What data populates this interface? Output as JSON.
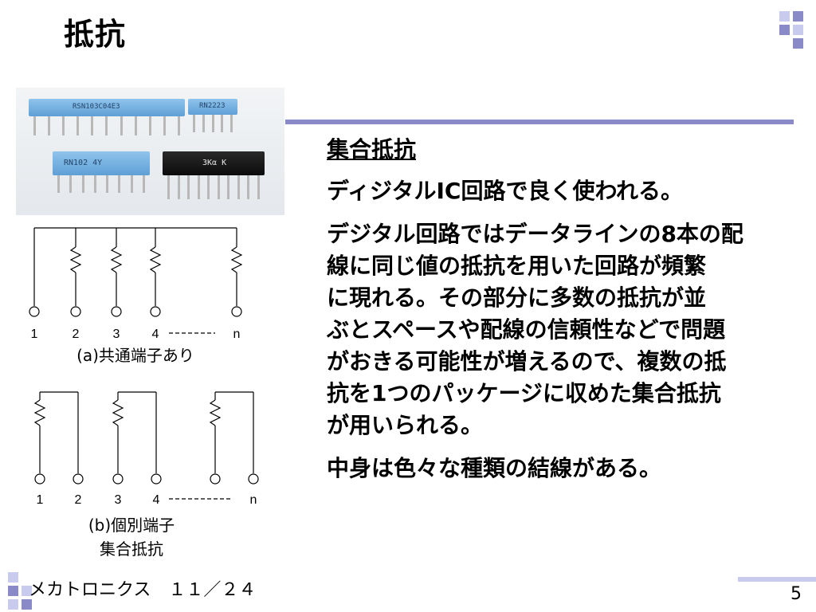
{
  "slide": {
    "title": "抵抗",
    "page_number": "5",
    "footer": "メカトロニクス　１１／２４"
  },
  "content": {
    "heading": "集合抵抗",
    "para1": "ディジタルIC回路で良く使われる。",
    "para2_lines": [
      "デジタル回路ではデータラインの8本の配",
      "線に同じ値の抵抗を用いた回路が頻繁",
      "に現れる。その部分に多数の抵抗が並",
      "ぶとスペースや配線の信頼性などで問題",
      "がおきる可能性が増えるので、複数の抵",
      "抗を1つのパッケージに収めた集合抵抗",
      "が用いられる。"
    ],
    "para3": "中身は色々な種類の結線がある。"
  },
  "photo": {
    "chip1_label": "RSN103C04E3",
    "chip2_label": "RN2223",
    "chip3_label": "RN102 4Y",
    "chip4_label": "3Kα K"
  },
  "diagram_a": {
    "pins": [
      "1",
      "2",
      "3",
      "4",
      "n"
    ],
    "caption": "(a)共通端子あり"
  },
  "diagram_b": {
    "pins": [
      "1",
      "2",
      "3",
      "4",
      "n"
    ],
    "caption_line1": "(b)個別端子",
    "caption_line2": "集合抵抗"
  },
  "colors": {
    "rule": "#8a8ac8",
    "corner_dark": "#8a8ac8",
    "corner_light": "#c9cbee"
  }
}
